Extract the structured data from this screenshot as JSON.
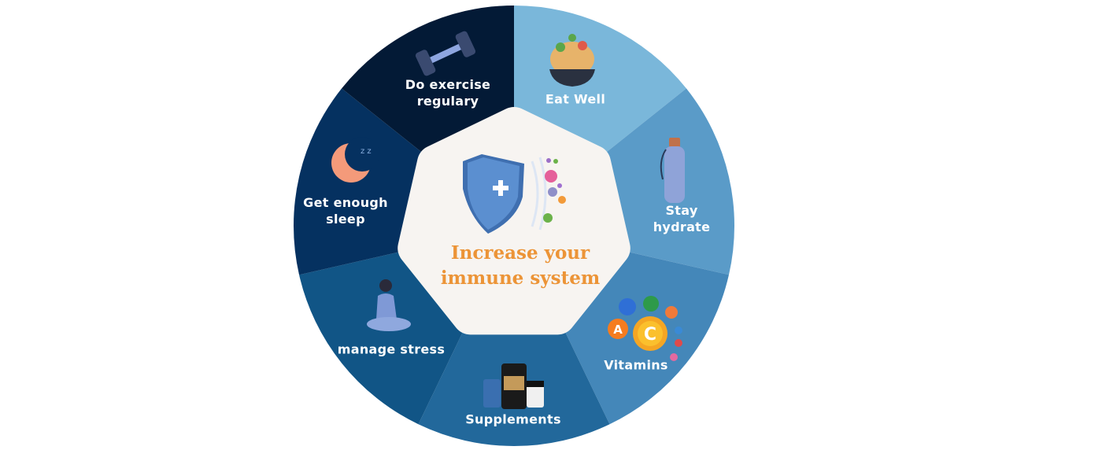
{
  "center": {
    "title_line1": "Increase your",
    "title_line2": "immune system",
    "icon": "shield-plus-icon"
  },
  "colors": {
    "center_bg": "#f7f4f1",
    "title": "#ec9437"
  },
  "segments": [
    {
      "label": "Eat Well",
      "color": "#7ab7da",
      "icon": "salad-bowl-icon"
    },
    {
      "label": "Stay hydrate",
      "color": "#5a9bc8",
      "icon": "water-bottle-icon"
    },
    {
      "label": "Vitamins",
      "color": "#4487b9",
      "icon": "vitamins-icon"
    },
    {
      "label": "Supplements",
      "color": "#22689b",
      "icon": "supplements-icon"
    },
    {
      "label": "manage stress",
      "color": "#115586",
      "icon": "meditation-icon"
    },
    {
      "label": "Get enough sleep",
      "color": "#053160",
      "icon": "moon-icon"
    },
    {
      "label": "Do exercise regulary",
      "color": "#031a36",
      "icon": "dumbbell-icon"
    }
  ],
  "labels": {
    "eat": "Eat Well",
    "hydrate1": "Stay",
    "hydrate2": "hydrate",
    "vitamins": "Vitamins",
    "supplements": "Supplements",
    "stress": "manage stress",
    "sleep1": "Get enough",
    "sleep2": "sleep",
    "exercise1": "Do exercise",
    "exercise2": "regulary"
  }
}
